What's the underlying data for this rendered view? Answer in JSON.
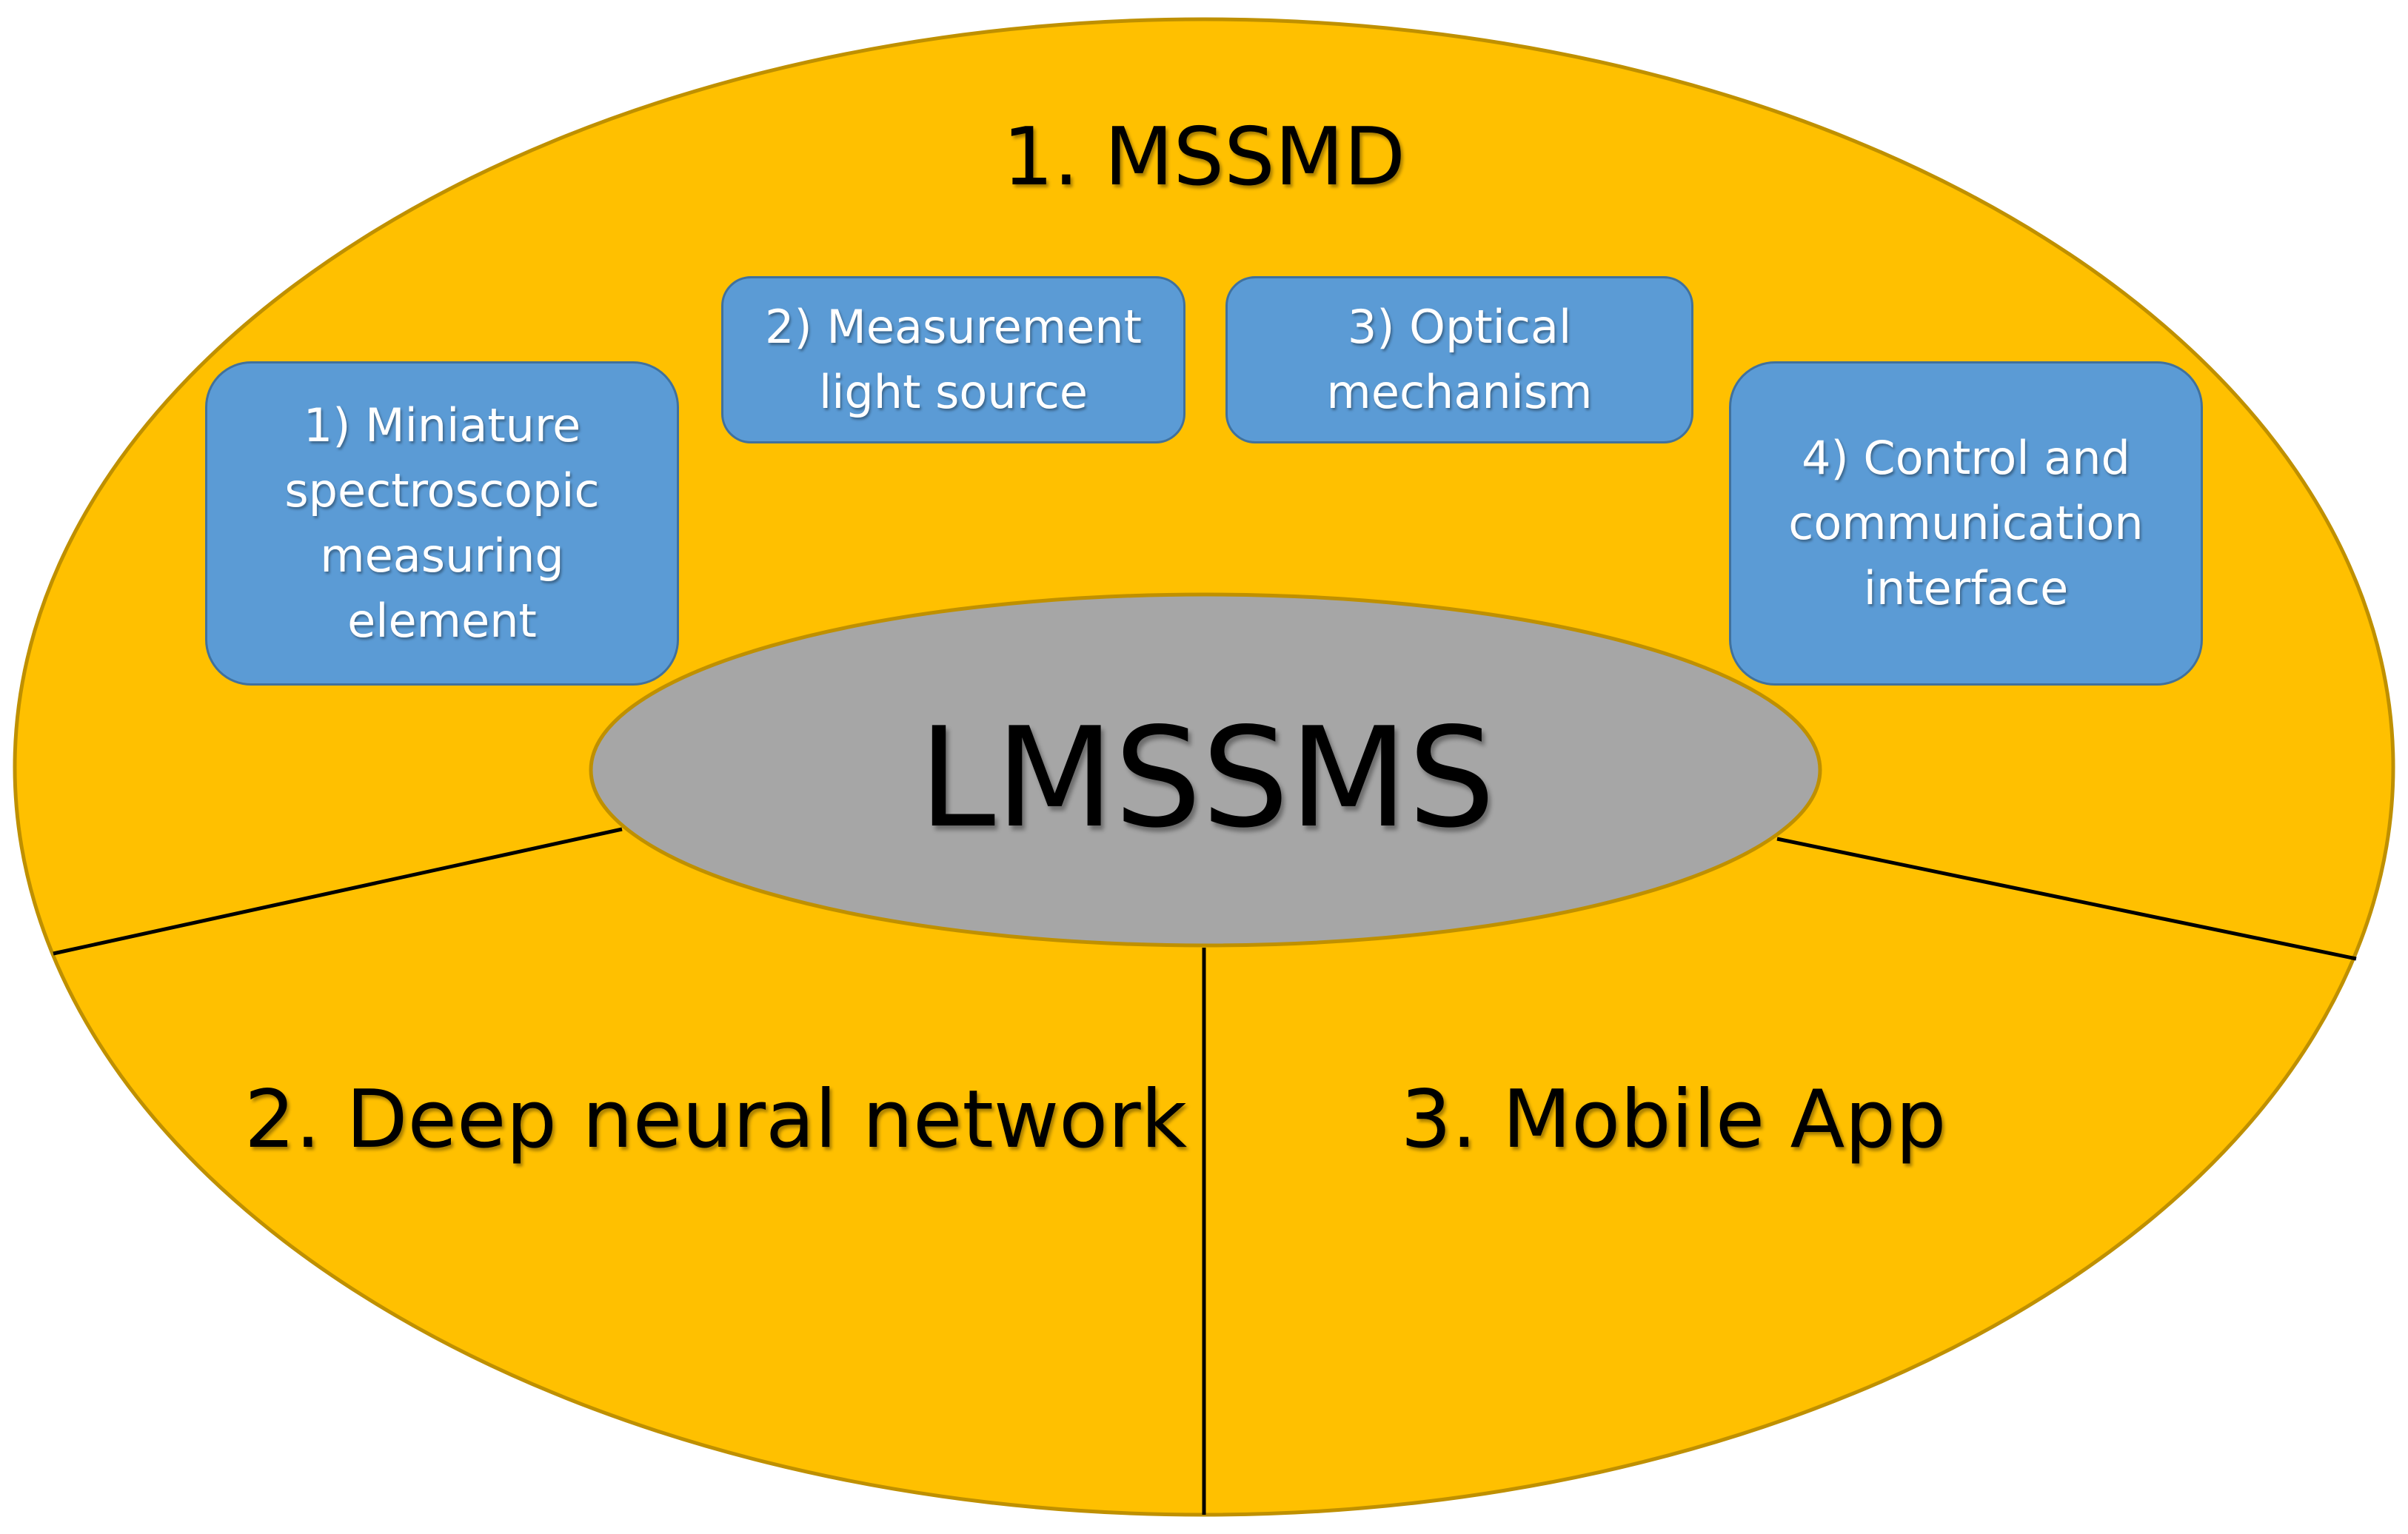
{
  "outer": {
    "title": "1. MSSMD",
    "fill": "#ffc000",
    "stroke": "#bf9000"
  },
  "center": {
    "label": "LMSSMS",
    "fill": "#a6a6a6"
  },
  "components": [
    {
      "lines": [
        "1) Miniature",
        "spectroscopic",
        "measuring",
        "element"
      ]
    },
    {
      "lines": [
        "2) Measurement",
        "light source"
      ]
    },
    {
      "lines": [
        "3) Optical",
        "mechanism"
      ]
    },
    {
      "lines": [
        "4) Control and",
        "communication",
        "interface"
      ]
    }
  ],
  "sections": [
    {
      "label": "2. Deep neural network"
    },
    {
      "label": "3. Mobile App"
    }
  ],
  "colors": {
    "box_fill": "#5b9bd5",
    "box_border": "#41719c",
    "box_text": "#ffffff"
  }
}
